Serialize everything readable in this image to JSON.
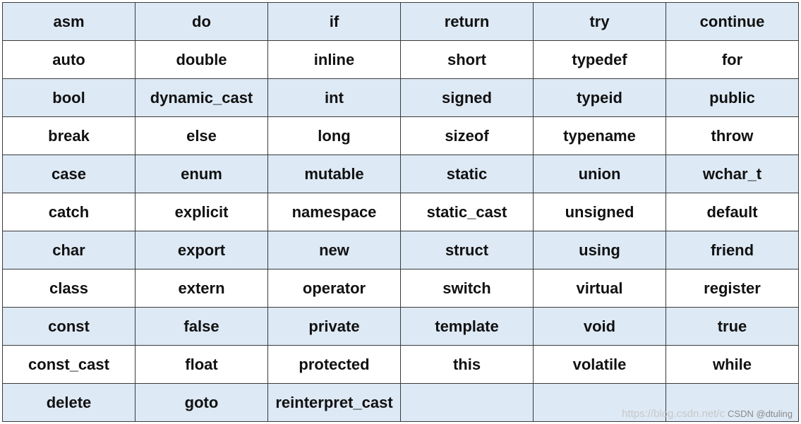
{
  "table": {
    "rows": [
      [
        "asm",
        "do",
        "if",
        "return",
        "try",
        "continue"
      ],
      [
        "auto",
        "double",
        "inline",
        "short",
        "typedef",
        "for"
      ],
      [
        "bool",
        "dynamic_cast",
        "int",
        "signed",
        "typeid",
        "public"
      ],
      [
        "break",
        "else",
        "long",
        "sizeof",
        "typename",
        "throw"
      ],
      [
        "case",
        "enum",
        "mutable",
        "static",
        "union",
        "wchar_t"
      ],
      [
        "catch",
        "explicit",
        "namespace",
        "static_cast",
        "unsigned",
        "default"
      ],
      [
        "char",
        "export",
        "new",
        "struct",
        "using",
        "friend"
      ],
      [
        "class",
        "extern",
        "operator",
        "switch",
        "virtual",
        "register"
      ],
      [
        "const",
        "false",
        "private",
        "template",
        "void",
        "true"
      ],
      [
        "const_cast",
        "float",
        "protected",
        "this",
        "volatile",
        "while"
      ],
      [
        "delete",
        "goto",
        "reinterpret_cast",
        "",
        "",
        ""
      ]
    ]
  },
  "colors": {
    "band": "#dde9f5",
    "plain": "#ffffff",
    "border": "#3a3a3a",
    "text": "#111111"
  },
  "watermark": {
    "url": "https://blog.csdn.net/c",
    "brand": "CSDN @dtuling"
  }
}
